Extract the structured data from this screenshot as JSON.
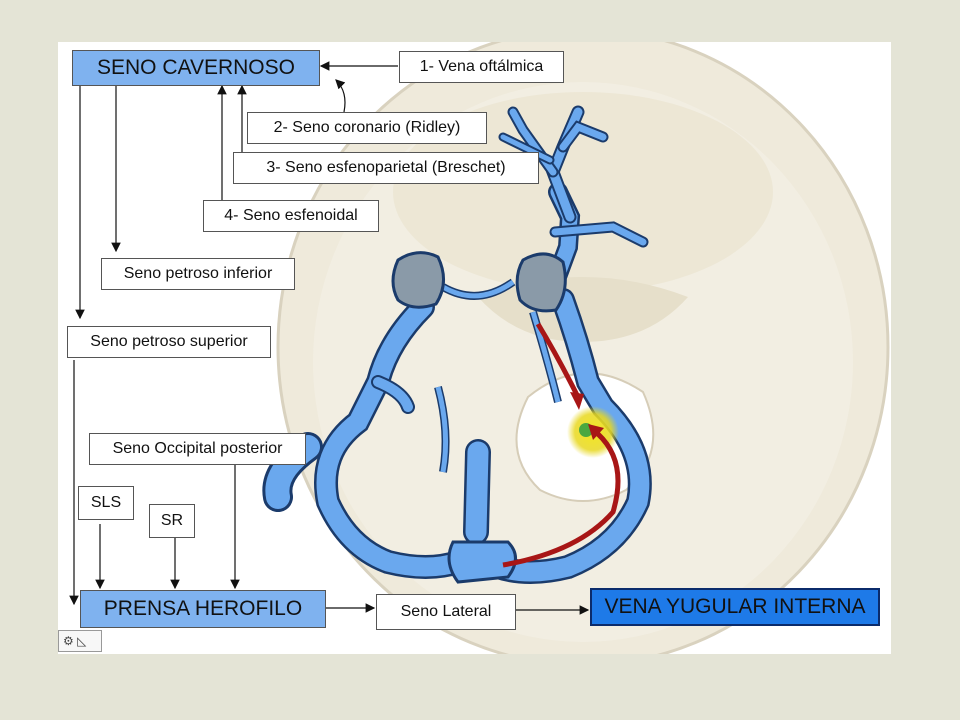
{
  "diagram": {
    "main_boxes": {
      "cavernoso": "SENO CAVERNOSO",
      "herofilo": "PRENSA HEROFILO",
      "yugular": "VENA YUGULAR INTERNA"
    },
    "tributaries": {
      "oftalmica": "1- Vena oftálmica",
      "coronario": "2- Seno coronario (Ridley)",
      "esfenoparietal": "3- Seno esfenoparietal  (Breschet)",
      "esfenoidal": "4- Seno esfenoidal"
    },
    "drainage": {
      "petroso_inferior": "Seno petroso inferior",
      "petroso_superior": "Seno petroso superior",
      "occipital_posterior": "Seno Occipital posterior",
      "sls": "SLS",
      "sr": "SR",
      "lateral": "Seno Lateral"
    }
  },
  "colors": {
    "slide_background": "#e4e4d6",
    "light_blue_box": "#7fb2ef",
    "deep_blue_box": "#1e7ae8",
    "sinus_blue": "#6aa8ee",
    "cavernous_gray": "#8a9aa8",
    "bone": "#efeadb",
    "red_arrow": "#a81616",
    "highlight": "#e8d820"
  }
}
